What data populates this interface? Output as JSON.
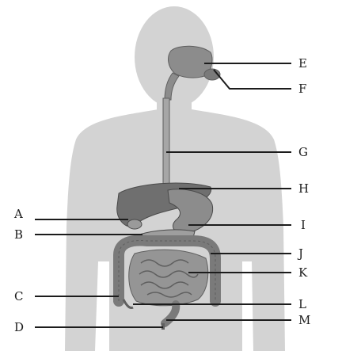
{
  "labels": {
    "A": "A",
    "B": "B",
    "C": "C",
    "D": "D",
    "E": "E",
    "F": "F",
    "G": "G",
    "H": "H",
    "I": "I",
    "J": "J",
    "K": "K",
    "L": "L",
    "M": "M"
  },
  "colors": {
    "silhouette": "#d3d3d3",
    "organ_fill": "#8c8c8c",
    "organ_dark": "#5f5f5f",
    "leader_line": "#1c1c1c"
  }
}
